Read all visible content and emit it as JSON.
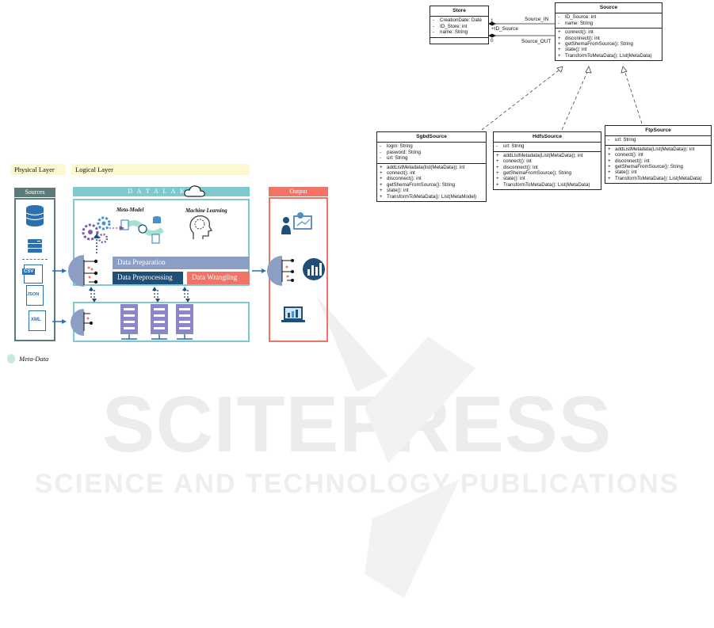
{
  "watermark": {
    "title": "SCITEPRESS",
    "subtitle": "SCIENCE AND TECHNOLOGY PUBLICATIONS"
  },
  "uml": {
    "store": {
      "name": "Store",
      "attributes": [
        "CreationDate: Date",
        "ID_Store: int",
        "name: String"
      ]
    },
    "source": {
      "name": "Source",
      "attributes": [
        "ID_Source: int",
        "name: String"
      ],
      "methods": [
        "connect(): int",
        "disconnect(): int",
        "getShemaFromSource(): String",
        "state(): int",
        "TransformToMetaData(): List(MetaData)"
      ]
    },
    "sgbd_source": {
      "name": "SgbdSource",
      "attributes": [
        "login: String",
        "pasword: String",
        "url: String"
      ],
      "methods": [
        "addListMetadata(list(MetaData)): int",
        "connect(): int",
        "disconnect(): int",
        "getShemaFromSource(): String",
        "state(): int",
        "TransformToMetaData(): List(MetaModel)"
      ]
    },
    "hdfs_source": {
      "name": "HdfsSource",
      "attributes": [
        "url: String"
      ],
      "methods": [
        "addListMetadata(List(MetaData)): int",
        "connect(): int",
        "disconnect(): int",
        "getShemaFromSource(): String",
        "state(): int",
        "TransformToMetaData(): List(MetaData)"
      ]
    },
    "ftp_source": {
      "name": "FtpSource",
      "attributes": [
        "url: String"
      ],
      "methods": [
        "addListMetadata(List(MetaData)): int",
        "connect(): int",
        "disconnect(): int",
        "getShemaFromSource(): String",
        "state(): int",
        "TransformToMetaData(): List(MetaData)"
      ]
    },
    "assoc": {
      "source_in": "Source_IN",
      "id_source": "+ID_Source",
      "source_out": "Source_OUT",
      "mult_1": "1",
      "mult_0": "0"
    }
  },
  "arch": {
    "physical_layer": "Physical Layer",
    "logical_layer": "Logical Layer",
    "sources_title": "Sources",
    "data_lake_title": "D A T A   L A K E",
    "output_title": "Output",
    "meta_model": "Meta-Model",
    "machine_learning": "Machine Learning",
    "data_preparation": "Data Preparation",
    "data_preprocessing": "Data Preprocessing",
    "data_wrangling": "Data Wrangling",
    "csv": "CSV",
    "json": "JSON",
    "xml": "XML",
    "legend_meta_data": "Meta-Data",
    "colors": {
      "sources": "#5b7b7a",
      "data_lake": "#7ec9d0",
      "output": "#f07365",
      "preparation": "#8c9ec4",
      "preprocessing": "#1f4e79",
      "wrangling": "#f07365",
      "layer_band": "#fcf8cf"
    }
  }
}
